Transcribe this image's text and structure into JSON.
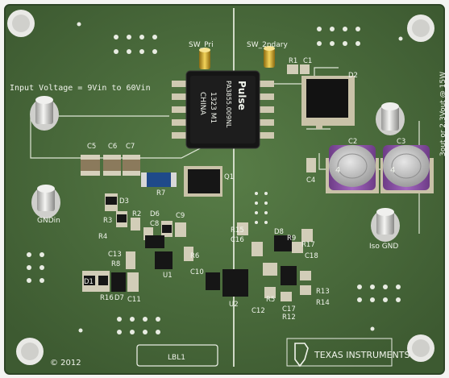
{
  "board": {
    "input_voltage": "Input Voltage = 9Vin to 60Vin",
    "sw_pri": "SW_Pri",
    "sw_2ndary": "SW_2ndary",
    "output": "3out or 2.3Vout @ 15W",
    "gndin": "GNDin",
    "iso_gnd": "Iso GND",
    "copyright": "© 2012",
    "label_box": "LBL1",
    "logo_text": "TEXAS INSTRUMENTS"
  },
  "transformer": {
    "brand": "Pulse",
    "part": "PA3855.009NL",
    "code": "1323 M1",
    "origin": "CHINA"
  },
  "capacitor": {
    "marking": "4"
  },
  "designators": {
    "c5": "C5",
    "c6": "C6",
    "c7": "C7",
    "r7": "R7",
    "q1": "Q1",
    "r1": "R1",
    "c1": "C1",
    "d2": "D2",
    "c2": "C2",
    "c3": "C3",
    "c4": "C4",
    "d3": "D3",
    "r2": "R2",
    "r3": "R3",
    "r4": "R4",
    "d6": "D6",
    "c8": "C8",
    "c9": "C9",
    "c13": "C13",
    "r8": "R8",
    "u1": "U1",
    "d1": "D1",
    "r16": "R16",
    "d7": "D7",
    "c11": "C11",
    "r6": "R6",
    "c10": "C10",
    "r15": "R15",
    "c16": "C16",
    "d8": "D8",
    "r9": "R9",
    "r17": "R17",
    "c18": "C18",
    "u2": "U2",
    "r13": "R13",
    "r14": "R14",
    "c12": "C12",
    "c17": "C17",
    "r12": "R12",
    "r5": "R5"
  },
  "colors": {
    "pcb": "#4a6b3c",
    "pcb_dark": "#3a5630",
    "silkscreen": "#f1f4ec",
    "copper_pad": "#c9c2a8",
    "cap_body": "#8a4fa6"
  }
}
